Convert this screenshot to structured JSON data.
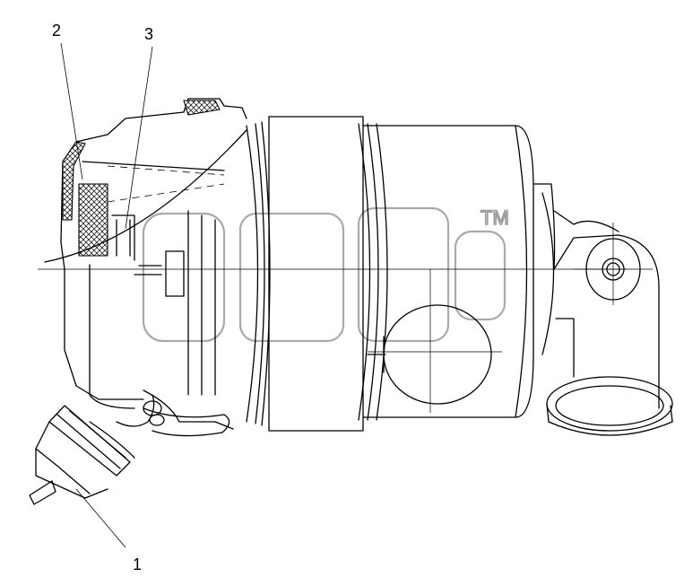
{
  "diagram": {
    "callouts": [
      {
        "id": "1",
        "label": "1"
      },
      {
        "id": "2",
        "label": "2"
      },
      {
        "id": "3",
        "label": "3"
      }
    ],
    "watermark": {
      "tm": "TM"
    }
  },
  "colors": {
    "line": "#000000",
    "background": "#ffffff",
    "watermark": "#9a9a9a"
  }
}
